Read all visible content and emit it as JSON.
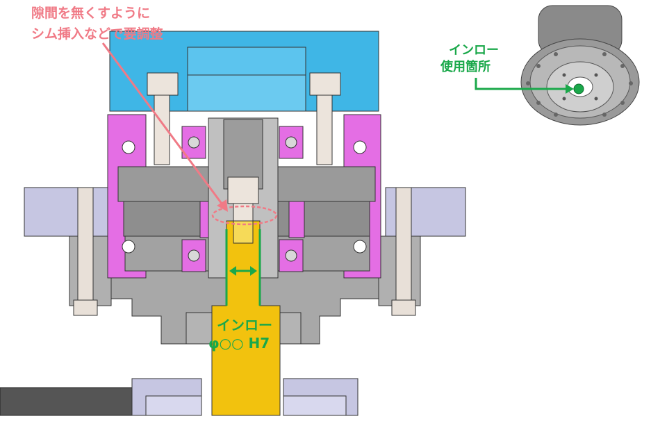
{
  "annotations": {
    "gap_note": {
      "line1": "隙間を無くすように",
      "line2": "シム挿入などで要調整"
    },
    "spigot_usage": {
      "line1": "インロー",
      "line2": "使用箇所"
    },
    "spigot_fit": {
      "line1": "インロー",
      "line2": "φ○○ H7"
    }
  },
  "colors": {
    "housing_blue": "#3fb6e6",
    "side_magenta": "#e46ee4",
    "spigot_yellow": "#f2c20e",
    "annotation_pink": "#f07a86",
    "annotation_green": "#1aa84a",
    "metal_gray": "#a8a8a8",
    "frame_lavender": "#c6c6e2"
  }
}
